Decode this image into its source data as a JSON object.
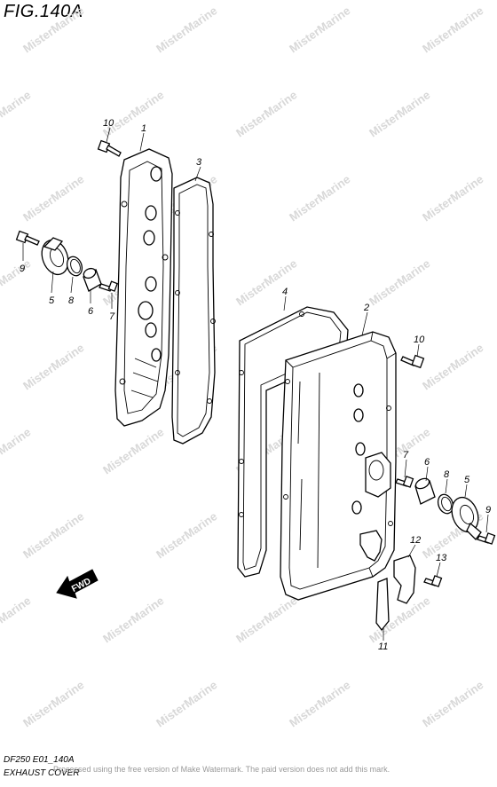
{
  "figure": {
    "title": "FIG.140A",
    "code": "DF250 E01_140A",
    "name": "EXHAUST COVER",
    "watermark_text": "MisterMarine",
    "watermark_note": "Processed using the free version of Make Watermark. The paid version does not add this mark."
  },
  "fwd_label": "FWD",
  "callouts": {
    "c1": "1",
    "c2": "2",
    "c3": "3",
    "c4": "4",
    "c5a": "5",
    "c5b": "5",
    "c6a": "6",
    "c6b": "6",
    "c7a": "7",
    "c7b": "7",
    "c8a": "8",
    "c8b": "8",
    "c9a": "9",
    "c9b": "9",
    "c10a": "10",
    "c10b": "10",
    "c11": "11",
    "c12": "12",
    "c13": "13"
  }
}
